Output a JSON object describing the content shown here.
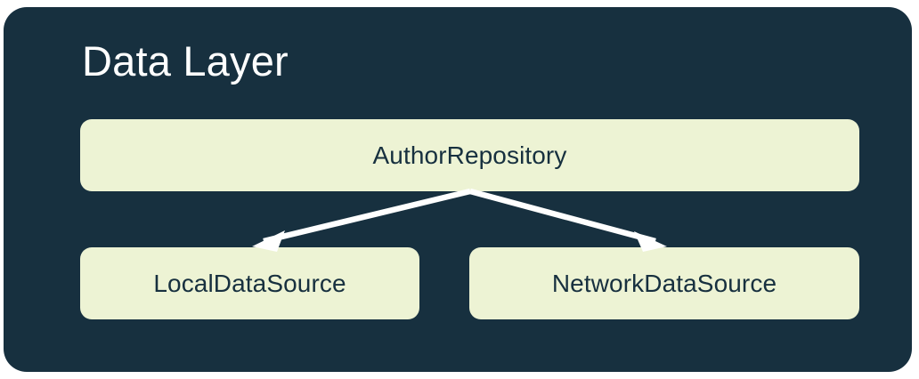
{
  "diagram": {
    "type": "architecture-layer-diagram",
    "panel": {
      "title": "Data Layer",
      "background_color": "#17303f",
      "title_color": "#ffffff"
    },
    "node_style": {
      "fill_color": "#edf3d4",
      "text_color": "#17303f"
    },
    "arrow_color": "#ffffff",
    "nodes": [
      {
        "id": "repository",
        "label": "AuthorRepository",
        "row": "top"
      },
      {
        "id": "local",
        "label": "LocalDataSource",
        "row": "bottom"
      },
      {
        "id": "network",
        "label": "NetworkDataSource",
        "row": "bottom"
      }
    ],
    "edges": [
      {
        "from": "repository",
        "to": "local",
        "style": "solid-arrow"
      },
      {
        "from": "repository",
        "to": "network",
        "style": "solid-arrow"
      }
    ]
  }
}
